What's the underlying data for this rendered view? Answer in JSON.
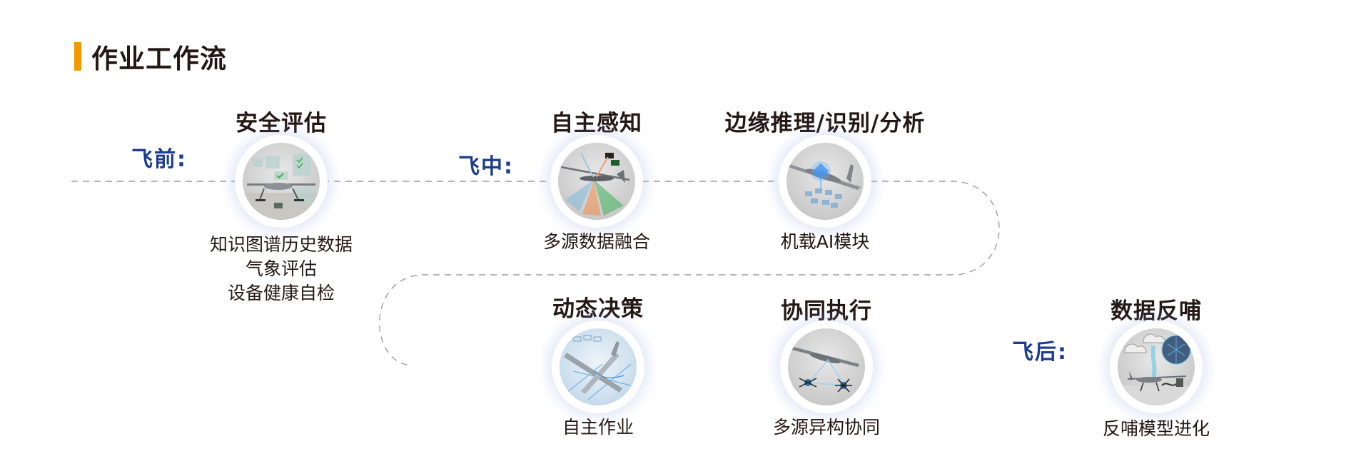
{
  "title": "作业工作流",
  "colors": {
    "accent_bar": "#f39800",
    "phase_label": "#1d3c8f",
    "text": "#231815",
    "dashed_line": "#8c8c8c"
  },
  "phases": [
    {
      "label": "飞前:"
    },
    {
      "label": "飞中:"
    },
    {
      "label": "飞后:"
    }
  ],
  "nodes": [
    {
      "heading": "安全评估",
      "phase": "飞前",
      "image": "drone-safety-assessment",
      "desc": [
        "知识图谱历史数据",
        "气象评估",
        "设备健康自检"
      ]
    },
    {
      "heading": "自主感知",
      "phase": "飞中",
      "image": "drone-multi-sensor-perception",
      "desc": [
        "多源数据融合"
      ]
    },
    {
      "heading": "边缘推理/识别/分析",
      "phase": "飞中",
      "image": "drone-onboard-ai-chip",
      "desc": [
        "机载AI模块"
      ]
    },
    {
      "heading": "动态决策",
      "phase": "飞中",
      "image": "drone-route-planning",
      "desc": [
        "自主作业"
      ]
    },
    {
      "heading": "协同执行",
      "phase": "飞中",
      "image": "drone-swarm-collaboration",
      "desc": [
        "多源异构协同"
      ]
    },
    {
      "heading": "数据反哺",
      "phase": "飞后",
      "image": "drone-cloud-model-feedback",
      "desc": [
        "反哺模型进化"
      ]
    }
  ]
}
